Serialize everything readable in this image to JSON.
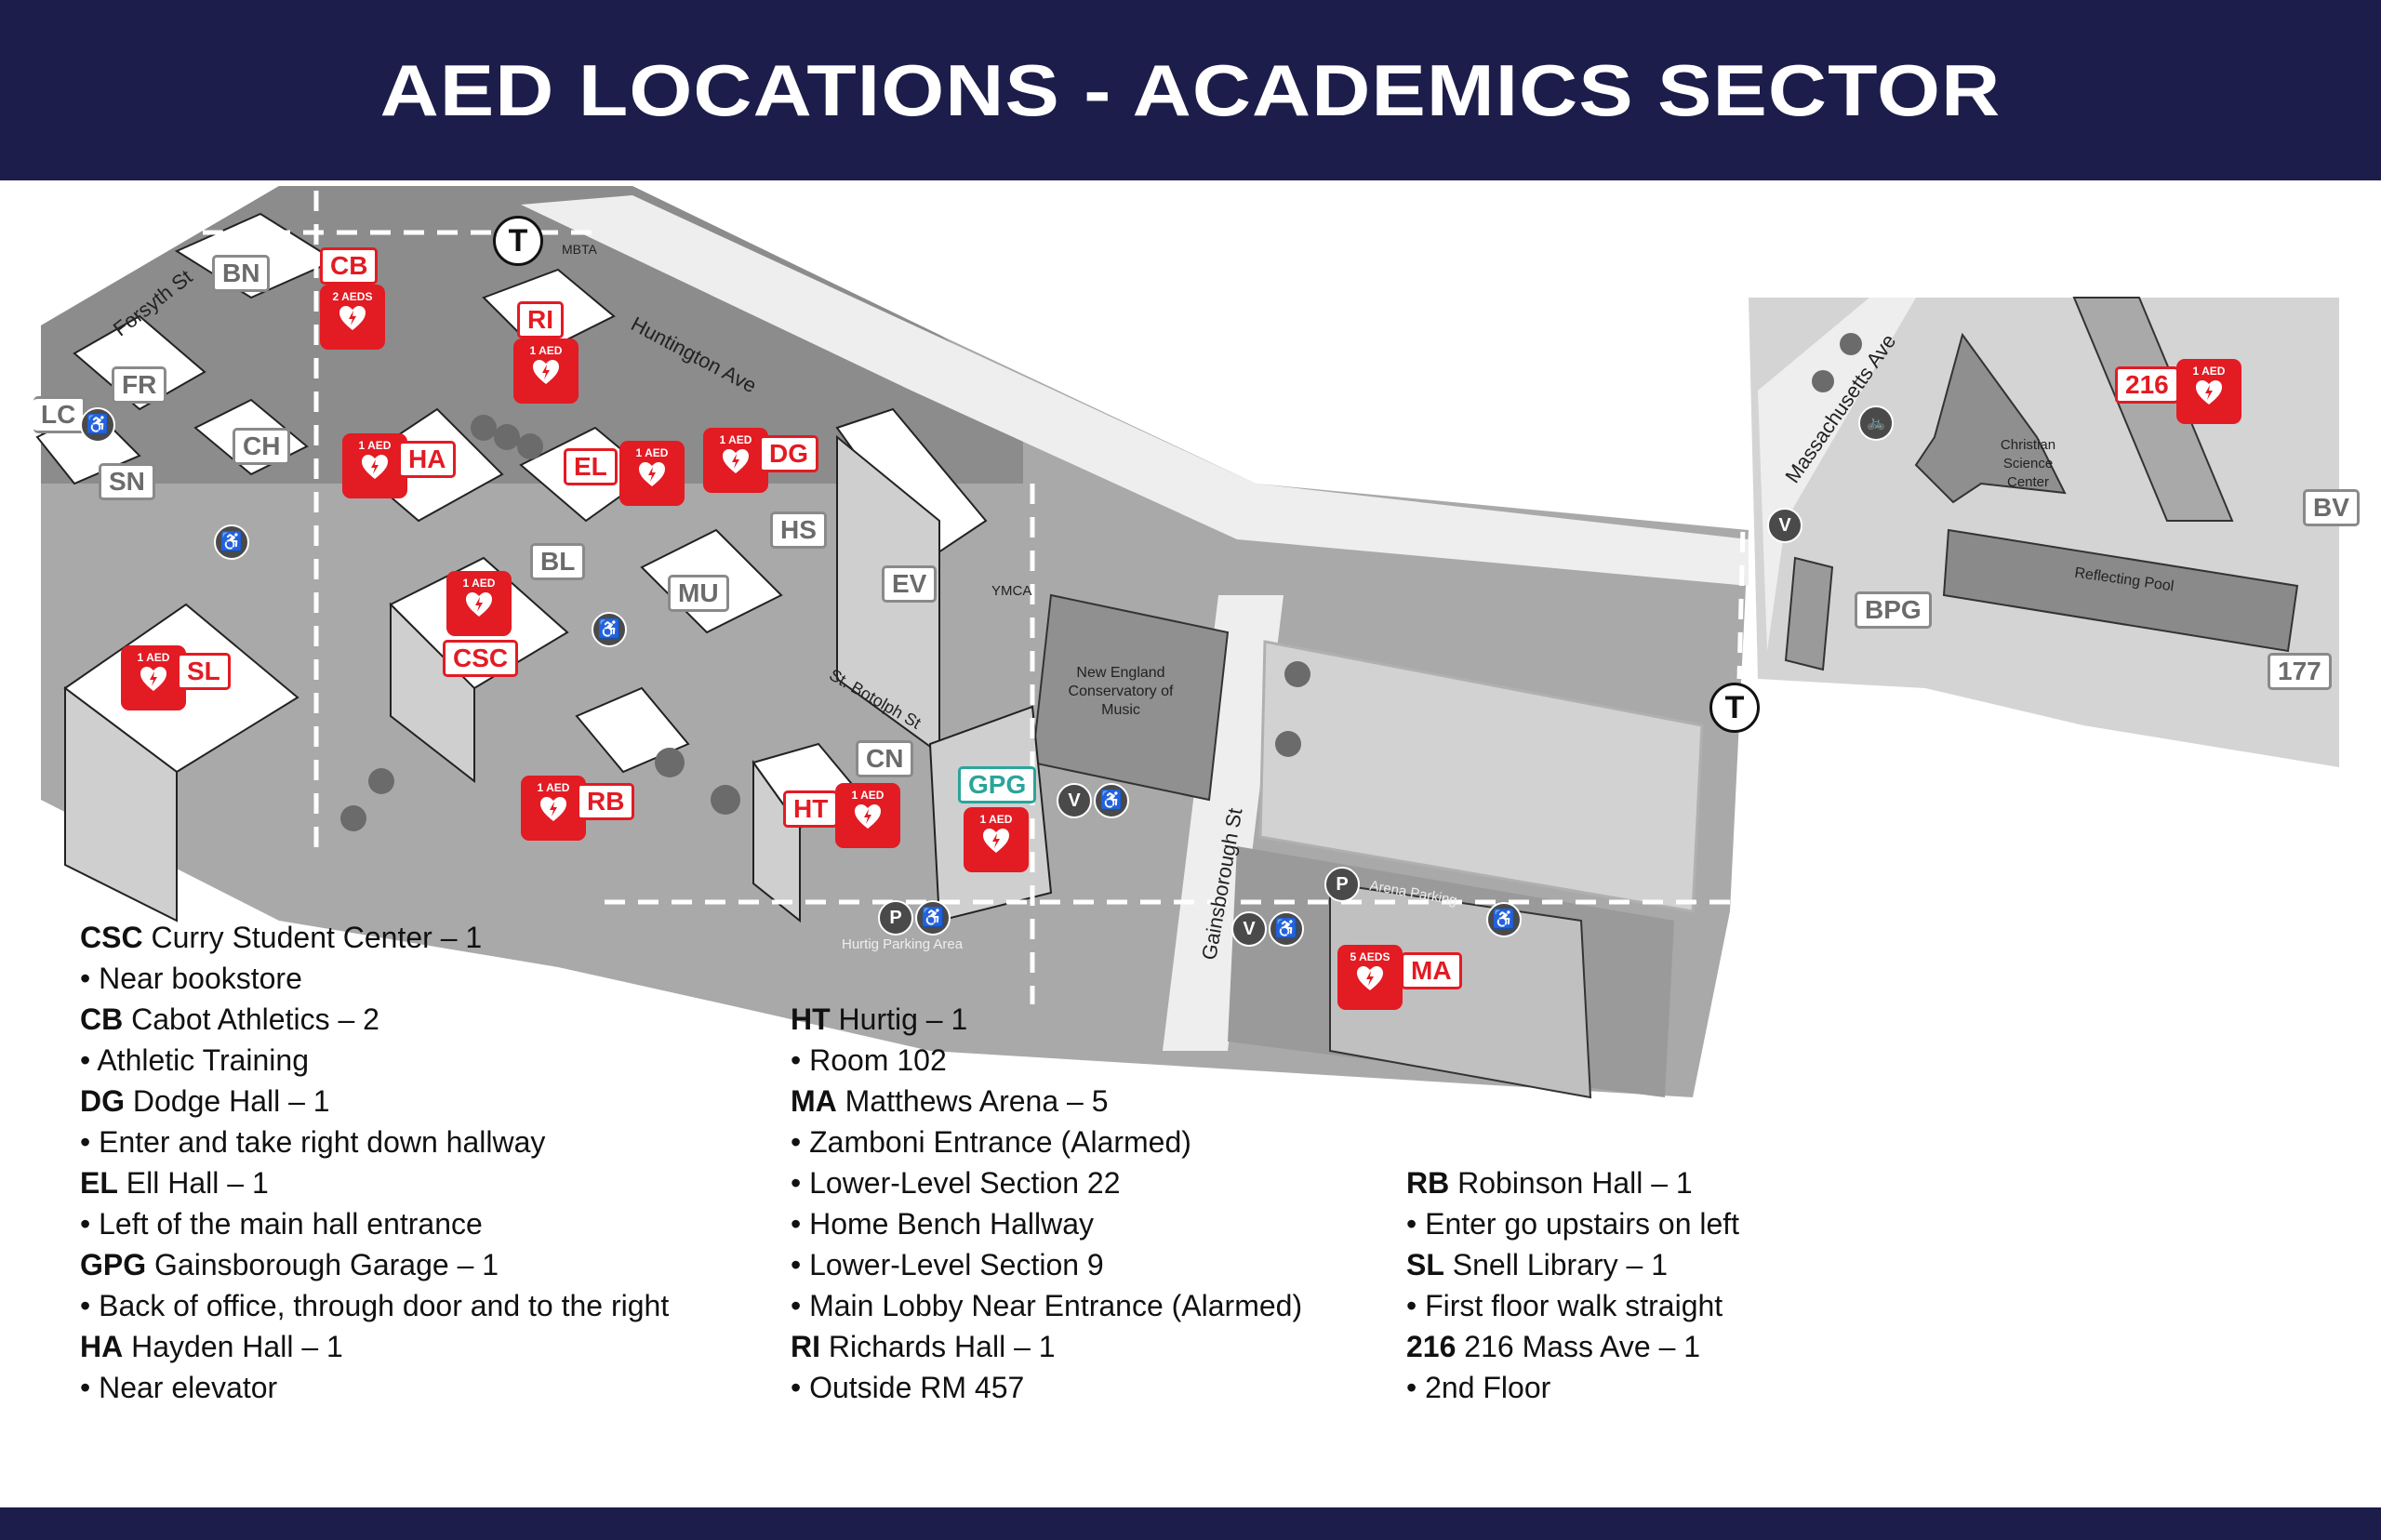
{
  "header": {
    "title": "AED LOCATIONS - ACADEMICS SECTOR"
  },
  "colors": {
    "header_bg": "#1c1d4a",
    "aed_red": "#e31b23",
    "teal": "#2aa59a",
    "map_gray": "#9a9a9a"
  },
  "map": {
    "streets": [
      "Forsyth St",
      "Huntington Ave",
      "St. Botolph St",
      "Gainsborough St",
      "Massachusetts Ave"
    ],
    "places": [
      "New England Conservatory of Music",
      "Christian Science Center",
      "Reflecting Pool",
      "Hurtig Parking Area",
      "Arena Parking",
      "YMCA",
      "MBTA"
    ],
    "mbta_label": "MBTA",
    "buildings": [
      "BN",
      "FR",
      "LC",
      "SN",
      "CH",
      "BL",
      "MU",
      "HS",
      "EV",
      "CN",
      "BPG",
      "BV",
      "177"
    ],
    "aed_buildings": [
      {
        "code": "CB",
        "count": "2 AEDS"
      },
      {
        "code": "RI",
        "count": "1 AED"
      },
      {
        "code": "HA",
        "count": "1 AED"
      },
      {
        "code": "EL",
        "count": "1 AED"
      },
      {
        "code": "DG",
        "count": "1 AED"
      },
      {
        "code": "CSC",
        "count": "1 AED"
      },
      {
        "code": "SL",
        "count": "1 AED"
      },
      {
        "code": "RB",
        "count": "1 AED"
      },
      {
        "code": "HT",
        "count": "1 AED"
      },
      {
        "code": "GPG",
        "count": "1 AED"
      },
      {
        "code": "MA",
        "count": "5 AEDS"
      },
      {
        "code": "216",
        "count": "1 AED"
      }
    ]
  },
  "legend": {
    "col1": [
      {
        "code": "CSC",
        "name": "Curry Student Center – 1",
        "notes": [
          "• Near bookstore"
        ]
      },
      {
        "code": "CB",
        "name": "Cabot Athletics – 2",
        "notes": [
          "• Athletic Training"
        ]
      },
      {
        "code": "DG",
        "name": "Dodge Hall – 1",
        "notes": [
          "• Enter and take right down hallway"
        ]
      },
      {
        "code": "EL",
        "name": "Ell Hall – 1",
        "notes": [
          "• Left of the main hall entrance"
        ]
      },
      {
        "code": "GPG",
        "name": "Gainsborough Garage – 1",
        "notes": [
          "• Back of office, through door and to the right"
        ]
      },
      {
        "code": "HA",
        "name": "Hayden Hall – 1",
        "notes": [
          "• Near elevator"
        ]
      }
    ],
    "col2": [
      {
        "code": "HT",
        "name": "Hurtig – 1",
        "notes": [
          "• Room 102"
        ]
      },
      {
        "code": "MA",
        "name": "Matthews Arena – 5",
        "notes": [
          "• Zamboni Entrance (Alarmed)",
          "• Lower-Level Section 22",
          "• Home Bench Hallway",
          "• Lower-Level Section 9",
          "• Main Lobby Near Entrance (Alarmed)"
        ]
      },
      {
        "code": "RI",
        "name": "Richards Hall – 1",
        "notes": [
          "• Outside RM 457"
        ]
      }
    ],
    "col3": [
      {
        "code": "RB",
        "name": "Robinson Hall – 1",
        "notes": [
          "• Enter go upstairs on left"
        ]
      },
      {
        "code": "SL",
        "name": "Snell Library – 1",
        "notes": [
          "• First floor walk straight"
        ]
      },
      {
        "code": "216",
        "name": "216 Mass Ave – 1",
        "notes": [
          "• 2nd Floor"
        ]
      }
    ]
  }
}
